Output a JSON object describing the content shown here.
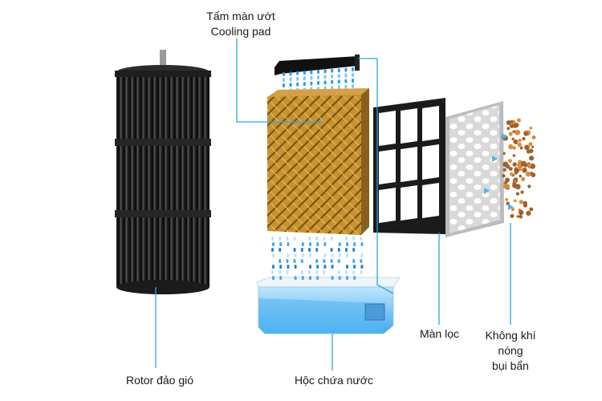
{
  "labels": {
    "cooling_pad": {
      "line1": "Tấm màn ướt",
      "line2": "Cooling pad"
    },
    "rotor": "Rotor đảo gió",
    "water_tank": "Hộc chứa nước",
    "filter": "Màn lọc",
    "hot_air": {
      "line1": "Không khí",
      "line2": "nóng",
      "line3": "bụi bẩn"
    }
  },
  "colors": {
    "leader_line": "#29a8e0",
    "rotor_body": "#222222",
    "pad_gold": "#c8922e",
    "water_blue": "#4fb3f0",
    "dust": "#a0602a"
  }
}
